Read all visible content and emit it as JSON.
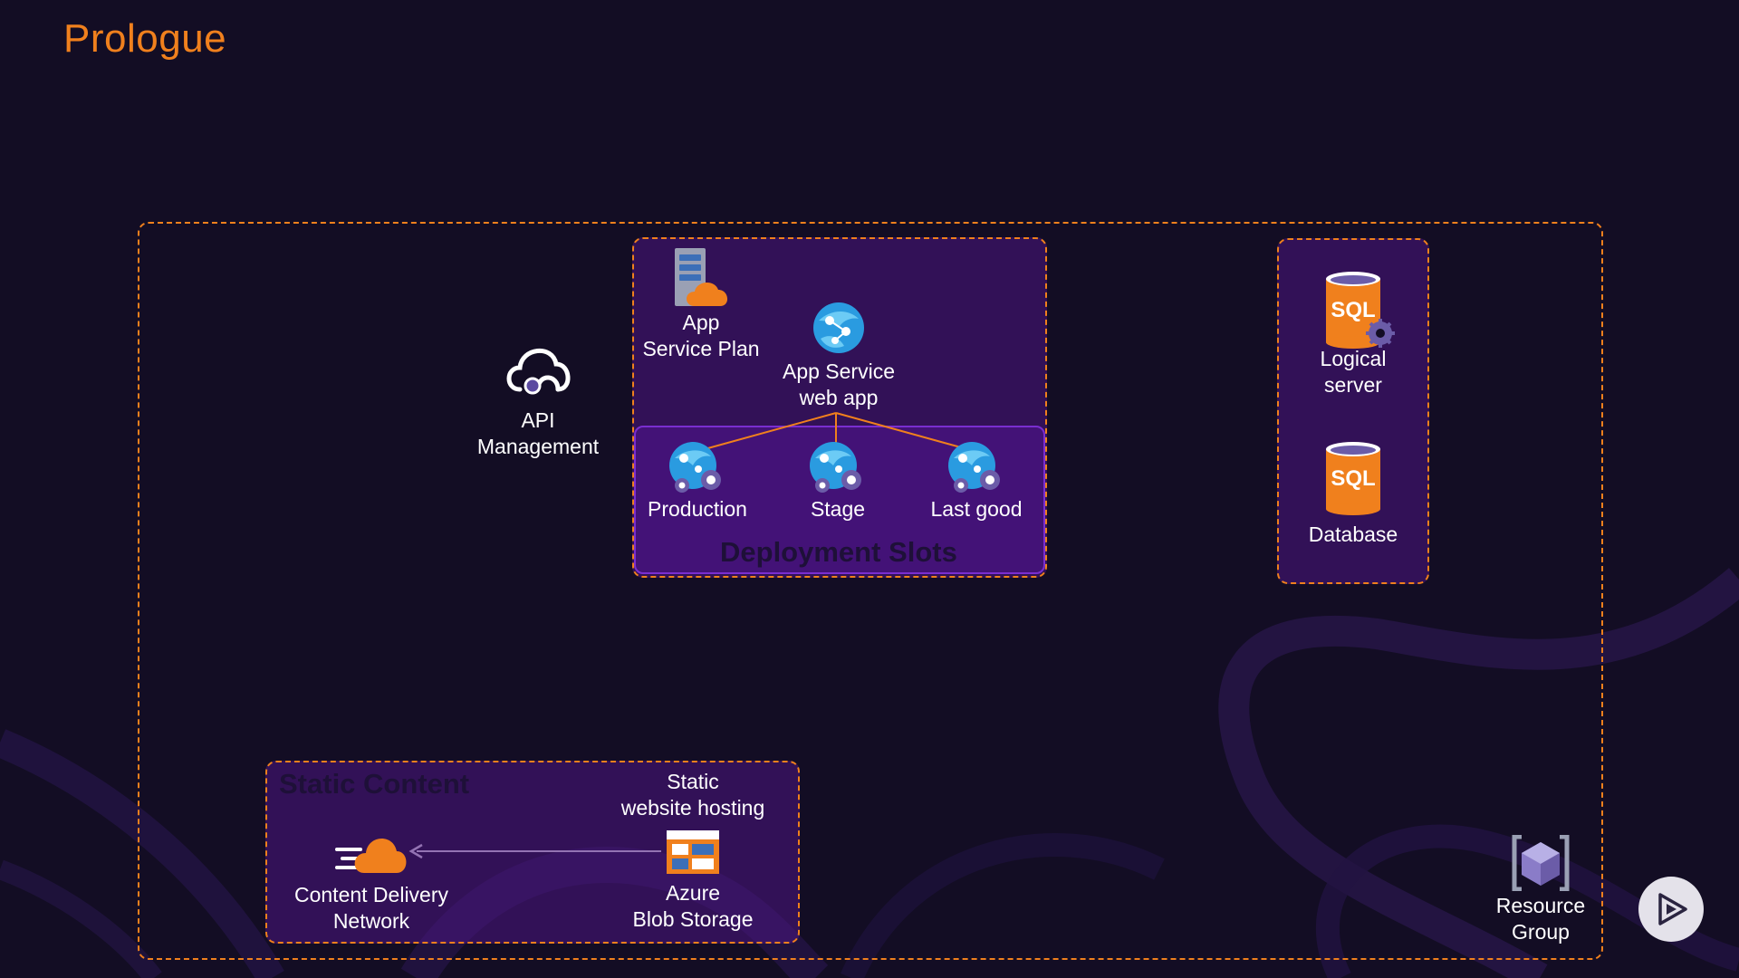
{
  "colors": {
    "background": "#130d24",
    "accent": "#f0801d",
    "box_fill": "#4c1682",
    "connector": "#f0801d",
    "title": "#f0801d"
  },
  "title": "Prologue",
  "app_service_group": {
    "app_service_plan": {
      "label": "App\nService Plan",
      "icon": "app-service-plan-icon"
    },
    "web_app": {
      "label": "App Service\nweb app",
      "icon": "globe-icon"
    },
    "slots_label": "Deployment Slots",
    "slots": [
      {
        "label": "Production",
        "icon": "globe-gear-icon"
      },
      {
        "label": "Stage",
        "icon": "globe-gear-icon"
      },
      {
        "label": "Last good",
        "icon": "globe-gear-icon"
      }
    ]
  },
  "api_management": {
    "label": "API\nManagement",
    "icon": "cloud-api-icon"
  },
  "sql_group": {
    "logical_server": {
      "label": "Logical\nserver",
      "icon_text": "SQL"
    },
    "database": {
      "label": "Database",
      "icon_text": "SQL"
    }
  },
  "static_group": {
    "label": "Static Content",
    "cdn": {
      "label": "Content Delivery\nNetwork",
      "icon": "cdn-cloud-icon"
    },
    "hosting_label": "Static\nwebsite hosting",
    "blob": {
      "label": "Azure\nBlob Storage",
      "icon": "blob-storage-icon"
    }
  },
  "resource_group": {
    "label": "Resource\nGroup",
    "icon": "resource-group-icon"
  },
  "play_button": {
    "icon": "play-icon"
  }
}
